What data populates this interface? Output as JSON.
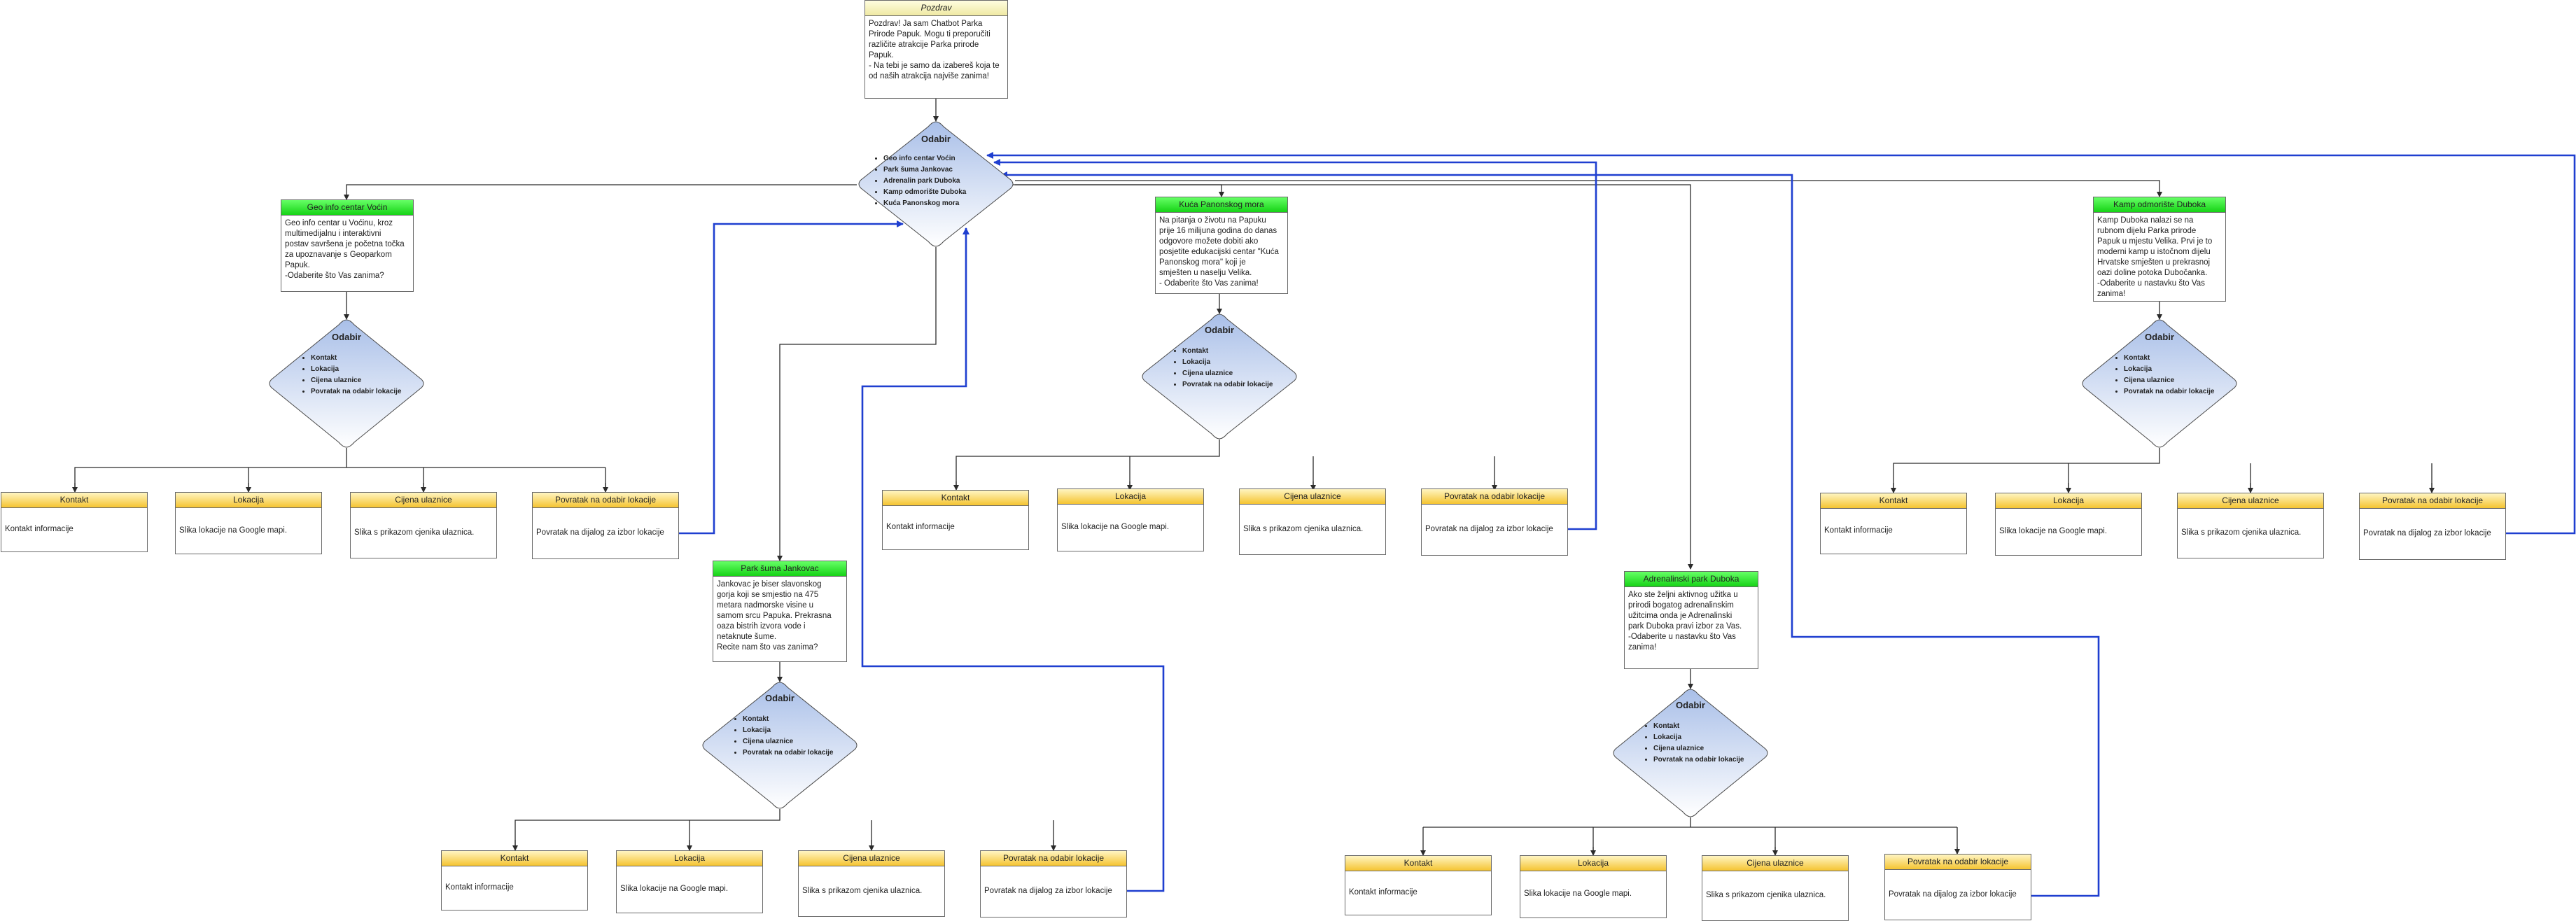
{
  "colors": {
    "wire": "#2b2b2b",
    "back_wire": "#1f3fd0",
    "decision_top": "#a9bfe8",
    "decision_bottom": "#ffffff"
  },
  "greeting": {
    "title": "Pozdrav",
    "text": "Pozdrav! Ja sam Chatbot Parka\nPrirode Papuk. Mogu ti preporučiti\nrazličite atrakcije Parka prirode\nPapuk.\n- Na tebi je samo da izabereš koja te\nod naših atrakcija najviše zanima!"
  },
  "main_choice": {
    "title": "Odabir",
    "options": [
      "Geo info centar Voćin",
      "Park šuma Jankovac",
      "Adrenalin park Duboka",
      "Kamp odmorište Duboka",
      "Kuća Panonskog mora"
    ]
  },
  "branches": {
    "geo": {
      "title": "Geo info centar Voćin",
      "text": "Geo info centar u Voćinu, kroz\nmultimedijalnu i interaktivni\npostav savršena je početna točka\nza upoznavanje s Geoparkom\nPapuk.\n-Odaberite što Vas zanima?",
      "choice_title": "Odabir",
      "options": [
        "Kontakt",
        "Lokacija",
        "Cijena ulaznice",
        "Povratak na odabir lokacije"
      ],
      "kontakt": {
        "title": "Kontakt",
        "text": "Kontakt informacije"
      },
      "lokacija": {
        "title": "Lokacija",
        "text": "Slika lokacije na Google mapi."
      },
      "cijena": {
        "title": "Cijena ulaznice",
        "text": "Slika s prikazom cjenika ulaznica."
      },
      "povratak": {
        "title": "Povratak na odabir lokacije",
        "text": "Povratak na  dijalog za izbor lokacije"
      }
    },
    "jankovac": {
      "title": "Park šuma Jankovac",
      "text": "Jankovac je biser slavonskog\ngorja koji se smjestio na 475\nmetara nadmorske visine u\nsamom srcu Papuka. Prekrasna\noaza bistrih izvora vode i\nnetaknute šume.\nRecite nam što vas zanima?",
      "choice_title": "Odabir",
      "options": [
        "Kontakt",
        "Lokacija",
        "Cijena ulaznice",
        "Povratak na odabir lokacije"
      ],
      "kontakt": {
        "title": "Kontakt",
        "text": "Kontakt informacije"
      },
      "lokacija": {
        "title": "Lokacija",
        "text": "Slika lokacije na Google mapi."
      },
      "cijena": {
        "title": "Cijena ulaznice",
        "text": "Slika s prikazom cjenika ulaznica."
      },
      "povratak": {
        "title": "Povratak na odabir lokacije",
        "text": "Povratak na  dijalog za izbor lokacije"
      }
    },
    "kuca": {
      "title": "Kuća Panonskog mora",
      "text": "Na pitanja o životu na Papuku\nprije 16 milijuna godina do danas\nodgovore možete dobiti ako\nposjetite edukacijski centar \"Kuća\nPanonskog mora\" koji je\nsmješten u naselju Velika.\n- Odaberite što Vas zanima!",
      "choice_title": "Odabir",
      "options": [
        "Kontakt",
        "Lokacija",
        "Cijena ulaznice",
        "Povratak na odabir lokacije"
      ],
      "kontakt": {
        "title": "Kontakt",
        "text": "Kontakt informacije"
      },
      "lokacija": {
        "title": "Lokacija",
        "text": "Slika lokacije na Google mapi."
      },
      "cijena": {
        "title": "Cijena ulaznice",
        "text": "Slika s prikazom cjenika ulaznica."
      },
      "povratak": {
        "title": "Povratak na odabir lokacije",
        "text": "Povratak na  dijalog za izbor lokacije"
      }
    },
    "adrenalin": {
      "title": "Adrenalinski park Duboka",
      "text": "Ako ste željni aktivnog užitka u\nprirodi bogatog adrenalinskim\nužitcima onda je Adrenalinski\npark Duboka pravi izbor za Vas.\n-Odaberite u nastavku što Vas\nzanima!",
      "choice_title": "Odabir",
      "options": [
        "Kontakt",
        "Lokacija",
        "Cijena ulaznice",
        "Povratak na odabir lokacije"
      ],
      "kontakt": {
        "title": "Kontakt",
        "text": "Kontakt informacije"
      },
      "lokacija": {
        "title": "Lokacija",
        "text": "Slika lokacije na Google mapi."
      },
      "cijena": {
        "title": "Cijena ulaznice",
        "text": "Slika s prikazom cjenika ulaznica."
      },
      "povratak": {
        "title": "Povratak na odabir lokacije",
        "text": "Povratak na  dijalog za izbor lokacije"
      }
    },
    "kamp": {
      "title": "Kamp odmorište Duboka",
      "text": "Kamp Duboka nalazi se na\nrubnom dijelu Parka prirode\nPapuk u mjestu Velika. Prvi je to\nmoderni kamp u istočnom dijelu\nHrvatske smješten u prekrasnoj\noazi doline potoka Dubočanka.\n-Odaberite u nastavku što Vas\nzanima!",
      "choice_title": "Odabir",
      "options": [
        "Kontakt",
        "Lokacija",
        "Cijena ulaznice",
        "Povratak na odabir lokacije"
      ],
      "kontakt": {
        "title": "Kontakt",
        "text": "Kontakt informacije"
      },
      "lokacija": {
        "title": "Lokacija",
        "text": "Slika lokacije na Google mapi."
      },
      "cijena": {
        "title": "Cijena ulaznice",
        "text": "Slika s prikazom cjenika ulaznica."
      },
      "povratak": {
        "title": "Povratak na odabir lokacije",
        "text": "Povratak na  dijalog za izbor lokacije"
      }
    }
  }
}
